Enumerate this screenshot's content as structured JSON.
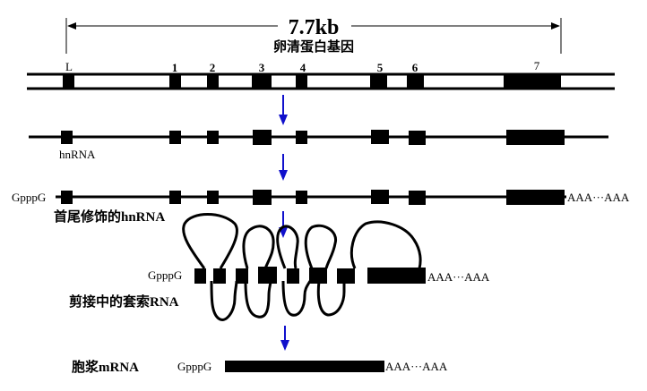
{
  "title": {
    "size_label": "7.7kb",
    "gene_label": "卵清蛋白基因"
  },
  "gene": {
    "exon_labels": [
      "L",
      "1",
      "2",
      "3",
      "4",
      "5",
      "6",
      "7"
    ]
  },
  "stages": {
    "hnrna_label": "hnRNA",
    "capped_label": "首尾修饰的hnRNA",
    "splicing_label": "剪接中的套索RNA",
    "cytoplasmic_label": "胞浆mRNA"
  },
  "modifications": {
    "cap": "GpppG",
    "tail": "AAA···AAA"
  },
  "colors": {
    "line": "#000000",
    "arrow": "#1010cc"
  }
}
